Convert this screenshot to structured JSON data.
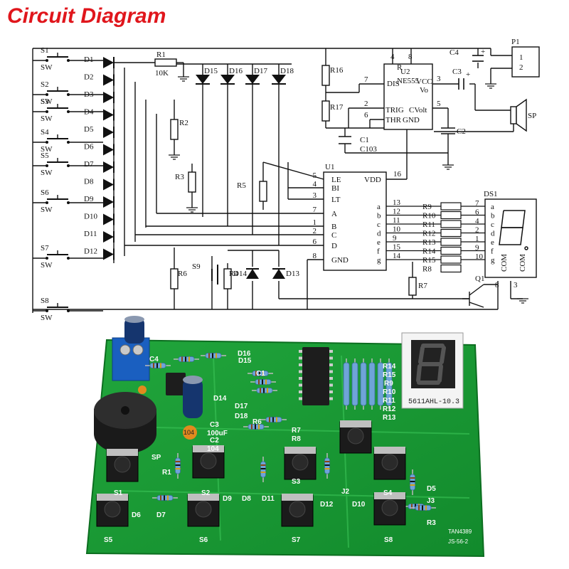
{
  "title": "Circuit Diagram",
  "schematic": {
    "switches": [
      "S1",
      "S2",
      "S3",
      "S4",
      "S5",
      "S6",
      "S7",
      "S8"
    ],
    "switch_sub": "SW",
    "diodes_left": [
      "D1",
      "D2",
      "D3",
      "D4",
      "D5",
      "D6",
      "D7",
      "D8",
      "D9",
      "D10",
      "D11",
      "D12"
    ],
    "diodes_top": [
      "D15",
      "D16",
      "D17",
      "D18"
    ],
    "diodes_bottom": [
      "D14",
      "D13"
    ],
    "resistors": {
      "r1": "R1",
      "r1_val": "10K",
      "r2": "R2",
      "r3": "R3",
      "r4": "R4",
      "r5": "R5",
      "r6": "R6",
      "r7": "R7",
      "r16": "R16",
      "r17": "R17"
    },
    "seg_resistors": [
      "R9",
      "R10",
      "R11",
      "R12",
      "R13",
      "R14",
      "R15",
      "R8"
    ],
    "u1": {
      "name": "U1",
      "pins_left": [
        {
          "num": "5",
          "name": "LE"
        },
        {
          "num": "4",
          "name": "BI"
        },
        {
          "num": "3",
          "name": "LT"
        },
        {
          "num": "7",
          "name": "A"
        },
        {
          "num": "1",
          "name": "B"
        },
        {
          "num": "2",
          "name": "C"
        },
        {
          "num": "6",
          "name": "D"
        },
        {
          "num": "8",
          "name": "GND"
        }
      ],
      "vdd": "VDD",
      "vdd_pin": "16",
      "outs": [
        "a",
        "b",
        "c",
        "d",
        "e",
        "f",
        "g"
      ],
      "out_pins": [
        "13",
        "12",
        "11",
        "10",
        "9",
        "15",
        "14"
      ]
    },
    "u2": {
      "name": "U2",
      "part": "NE555",
      "dis": "DIS",
      "r": "R",
      "vcc": "VCC",
      "vo": "Vo",
      "trig": "TRIG",
      "cvolt": "CVolt",
      "thr": "THR",
      "gnd": "GND",
      "pins": [
        "4",
        "8",
        "7",
        "3",
        "2",
        "6",
        "5"
      ]
    },
    "caps": {
      "c1": "C1",
      "c1_val": "C103",
      "c2": "C2",
      "c3": "C3",
      "c4": "C4"
    },
    "p1": {
      "name": "P1",
      "pins": [
        "1",
        "2"
      ]
    },
    "sp": "SP",
    "s9": "S9",
    "ds1": {
      "name": "DS1",
      "segs": [
        "a",
        "b",
        "c",
        "d",
        "e",
        "f",
        "g"
      ],
      "seg_pins": [
        "7",
        "6",
        "4",
        "2",
        "1",
        "9",
        "10"
      ],
      "com": "COM",
      "com_pins": [
        "8",
        "3"
      ]
    },
    "q1": "Q1"
  },
  "board": {
    "labels": [
      "S1",
      "S2",
      "S3",
      "S4",
      "S5",
      "S6",
      "S7",
      "S8",
      "SP",
      "D5",
      "D6",
      "D7",
      "D8",
      "D9",
      "D10",
      "D11",
      "D12",
      "D14",
      "D15",
      "D16",
      "D17",
      "D18",
      "J2",
      "J3",
      "R1",
      "R3",
      "R14",
      "R15",
      "R9",
      "R10",
      "R11",
      "R12",
      "R13",
      "C1",
      "C2",
      "C3",
      "C4",
      "R6",
      "R7",
      "R8"
    ],
    "display_code": "5611AHL-10.3",
    "board_code": [
      "TAN4389",
      "JS-56-2"
    ],
    "c3_val": "100uF",
    "c2_val": "104",
    "cap_mark": "104"
  }
}
